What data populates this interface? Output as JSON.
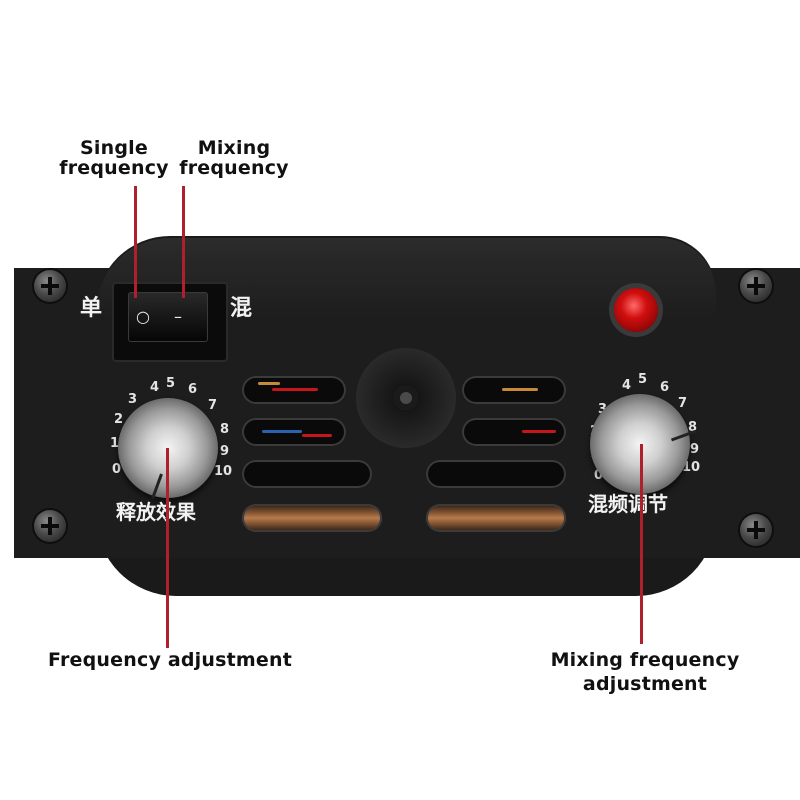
{
  "callouts": {
    "single_frequency": [
      "Single",
      "frequency"
    ],
    "mixing_frequency": [
      "Mixing",
      "frequency"
    ],
    "frequency_adjustment": "Frequency adjustment",
    "mixing_frequency_adjustment": [
      "Mixing frequency",
      "adjustment"
    ]
  },
  "panel": {
    "switch_left_label": "单",
    "switch_right_label": "混",
    "switch_symbols": [
      "○",
      "–"
    ],
    "left_knob_label": "释放效果",
    "right_knob_label": "混频调节",
    "scale_numbers": [
      "0",
      "1",
      "2",
      "3",
      "4",
      "5",
      "6",
      "7",
      "8",
      "9",
      "10"
    ]
  },
  "colors": {
    "leader_line": "#b01f2c",
    "led": "#d10f0f",
    "panel": "#1d1d1d"
  }
}
